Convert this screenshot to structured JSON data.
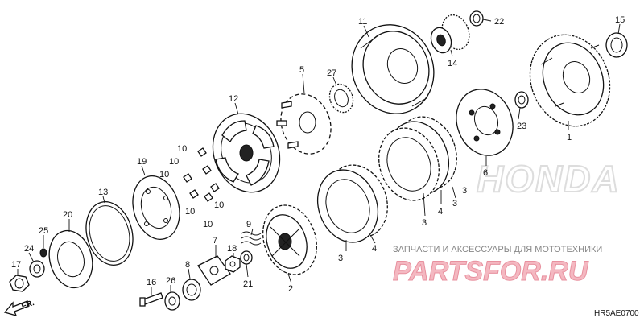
{
  "diagram": {
    "callouts": {
      "c1": "1",
      "c2": "2",
      "c3a": "3",
      "c3b": "3",
      "c3c": "3",
      "c3d": "3",
      "c4a": "4",
      "c4b": "4",
      "c5": "5",
      "c6": "6",
      "c7": "7",
      "c8": "8",
      "c9": "9",
      "c10a": "10",
      "c10b": "10",
      "c10c": "10",
      "c10d": "10",
      "c10e": "10",
      "c10f": "10",
      "c11": "11",
      "c12": "12",
      "c13": "13",
      "c14": "14",
      "c15": "15",
      "c16": "16",
      "c17": "17",
      "c18": "18",
      "c19": "19",
      "c20": "20",
      "c21": "21",
      "c22": "22",
      "c23": "23",
      "c24": "24",
      "c25": "25",
      "c26": "26",
      "c27": "27"
    },
    "direction_label": "FR.",
    "diagram_code": "HR5AE0700",
    "watermark_text": "HONDA"
  },
  "shop": {
    "banner": "ЗАПЧАСТИ И АКСЕССУАРЫ ДЛЯ МОТОТЕХНИКИ",
    "brand": "PARTSFOR.RU",
    "brand_color": "#f4b8c1"
  }
}
